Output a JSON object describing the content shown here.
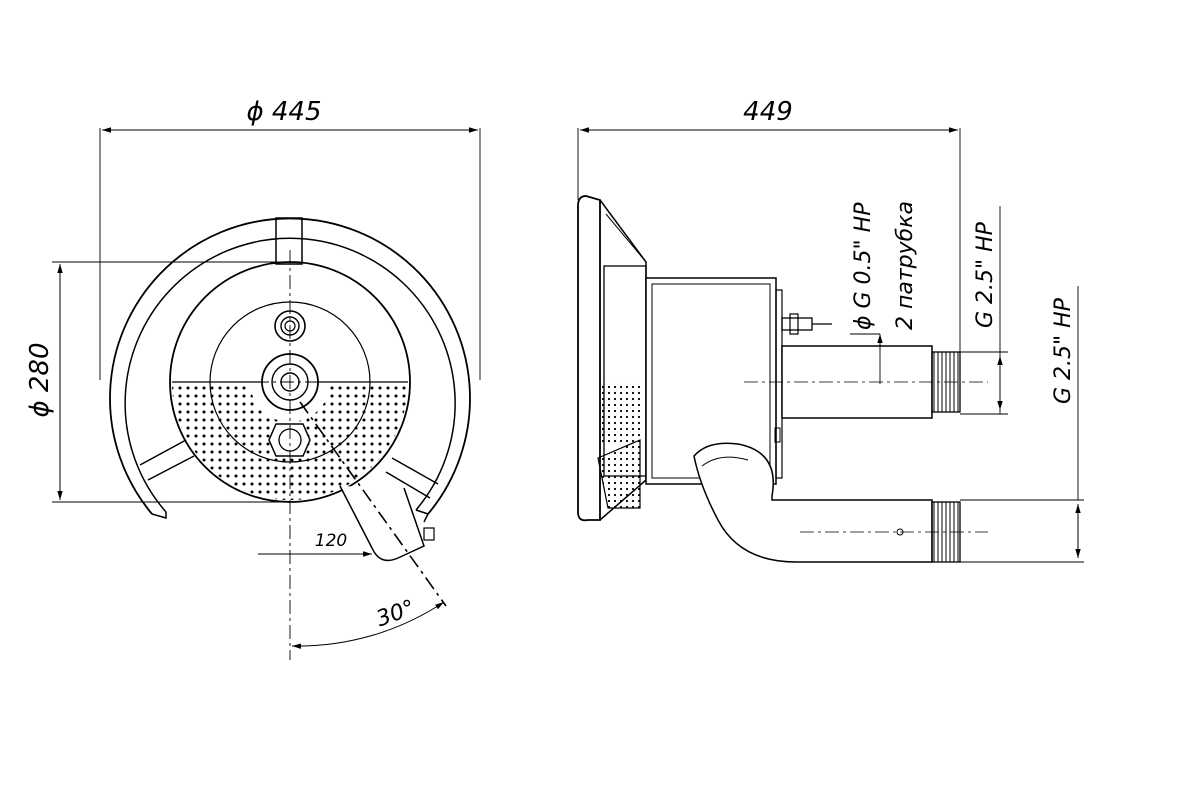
{
  "front_view": {
    "outer_diameter": "ϕ 445",
    "inner_diameter": "ϕ 280",
    "offset": "120",
    "angle": "30°"
  },
  "side_view": {
    "overall_length": "449",
    "small_thread_label": "ϕ G 0.5\" НР",
    "small_thread_note": "2 патрубка",
    "upper_thread_label": "G 2.5\" НР",
    "lower_thread_label": "G 2.5\" НР"
  }
}
